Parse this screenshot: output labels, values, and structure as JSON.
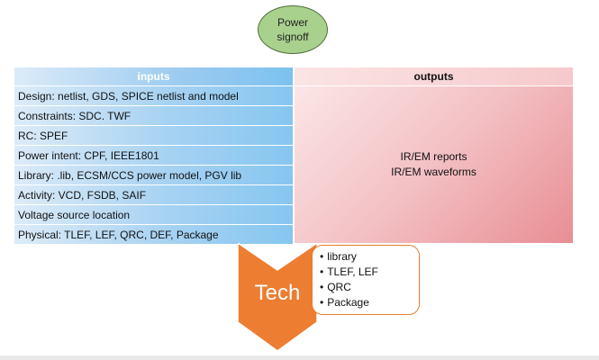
{
  "top_node": {
    "label": "Power signoff",
    "color": "#a9d18e"
  },
  "inputs": {
    "header": "inputs",
    "items": [
      "Design: netlist, GDS, SPICE netlist and model",
      "Constraints: SDC. TWF",
      "RC: SPEF",
      "Power intent: CPF, IEEE1801",
      "Library: .lib, ECSM/CCS power model, PGV lib",
      "Activity: VCD, FSDB, SAIF",
      "Voltage source location",
      "Physical: TLEF, LEF, QRC, DEF, Package"
    ],
    "color": "#86c6f0"
  },
  "outputs": {
    "header": "outputs",
    "lines": [
      "IR/EM reports",
      "IR/EM waveforms"
    ],
    "color": "#e88e94"
  },
  "tech": {
    "label": "Tech",
    "color": "#ed7d31",
    "bullets": [
      "library",
      "TLEF, LEF",
      "QRC",
      "Package"
    ]
  }
}
